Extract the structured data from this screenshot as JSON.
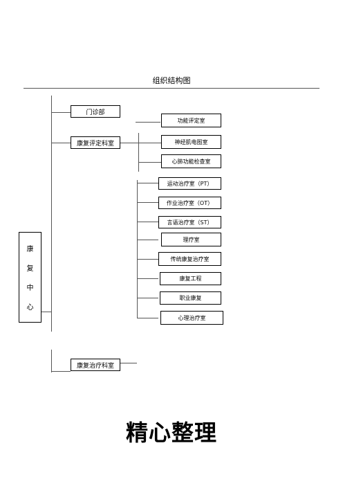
{
  "title": "组织结构图",
  "root": {
    "chars": [
      "康",
      "复",
      "中",
      "心"
    ]
  },
  "departments": {
    "outpatient": "门诊部",
    "assessment": "康复评定科室",
    "treatment": "康复治疗科室"
  },
  "assessment_rooms": [
    "功能评定室",
    "神经肌电图室",
    "心肺功能检查室"
  ],
  "treatment_rooms": [
    "运动治疗室（PT）",
    "作业治疗室（OT）",
    "言语治疗室（ST）",
    "理疗室",
    "传统康复治疗室",
    "康复工程",
    "职业康复",
    "心理治疗室"
  ],
  "footer": "精心整理"
}
